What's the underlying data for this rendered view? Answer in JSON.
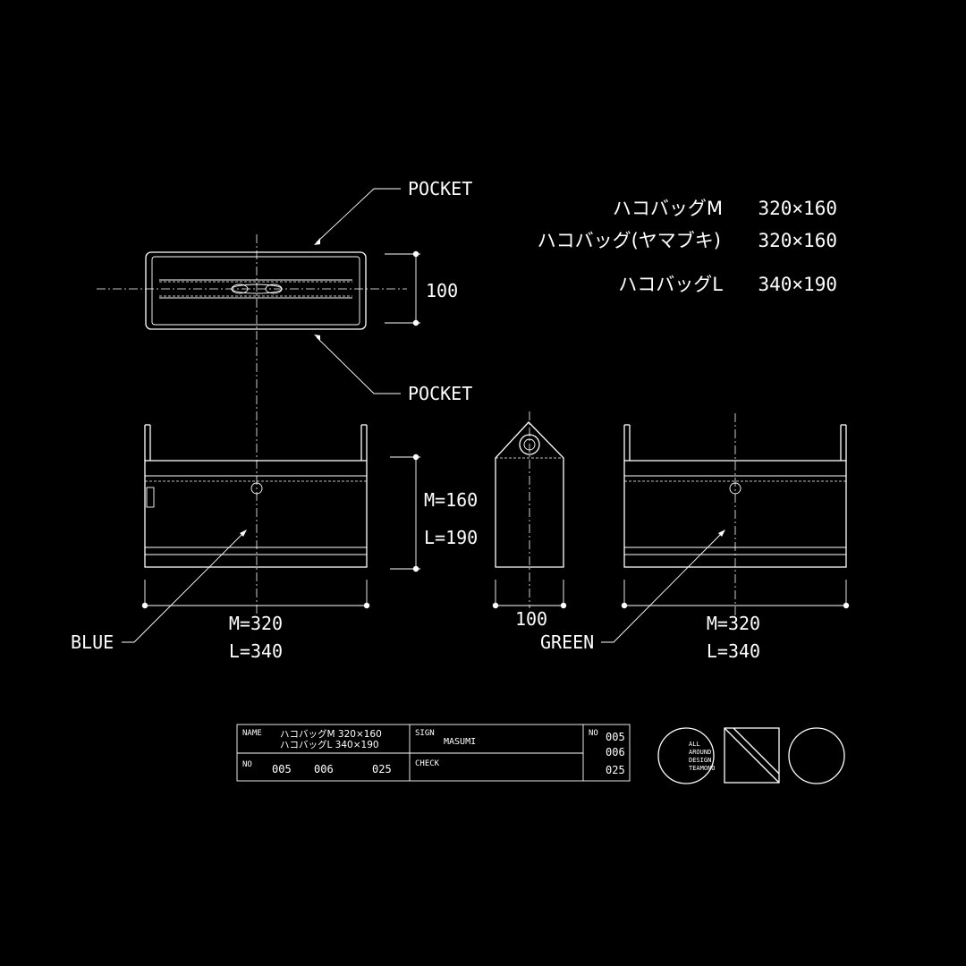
{
  "colors": {
    "background": "#000000",
    "line": "#ffffff"
  },
  "labels": {
    "pocket_top": "POCKET",
    "pocket_bottom": "POCKET",
    "width_top": "100",
    "height_m": "M=160",
    "height_l": "L=190",
    "side_depth": "100",
    "front_width_m": "M=320",
    "front_width_l": "L=340",
    "back_width_m": "M=320",
    "back_width_l": "L=340",
    "blue": "BLUE",
    "green": "GREEN"
  },
  "specs": [
    {
      "name": "ハコバッグM",
      "size": "320×160"
    },
    {
      "name": "ハコバッグ(ヤマブキ)",
      "size": "320×160"
    },
    {
      "name": "ハコバッグL",
      "size": "340×190"
    }
  ],
  "title_block": {
    "name_label": "NAME",
    "name_line1": "ハコバッグM  320×160",
    "name_line2": "ハコバッグL  340×190",
    "no_label": "NO",
    "no_values": [
      "005",
      "006",
      "025"
    ],
    "sign_label": "SIGN",
    "sign_value": "MASUMI",
    "check_label": "CHECK",
    "no2_label": "NO",
    "no2_values": [
      "005",
      "006",
      "025"
    ]
  },
  "logo": {
    "lines": [
      "ALL",
      "AROUND",
      "DESIGN",
      "TEAMONO"
    ]
  }
}
